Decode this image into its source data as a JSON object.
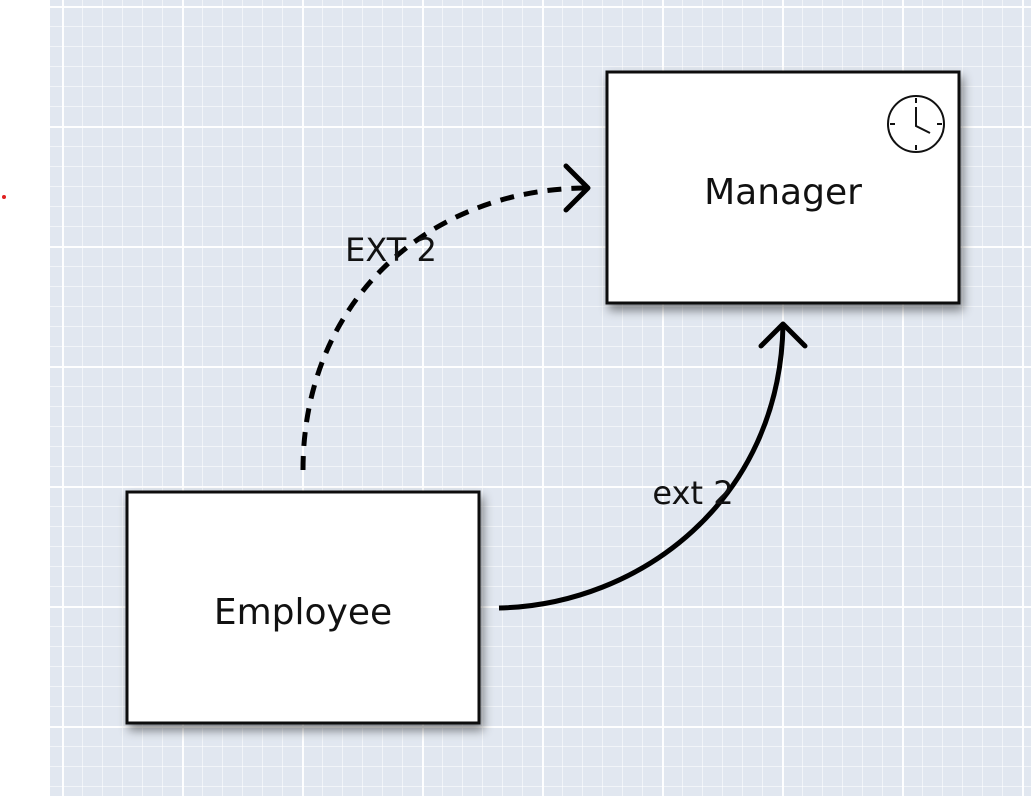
{
  "nodes": {
    "manager": {
      "label": "Manager",
      "icon": "clock-icon"
    },
    "employee": {
      "label": "Employee"
    }
  },
  "edges": {
    "dashed": {
      "label": "EXT 2",
      "style": "dashed"
    },
    "solid": {
      "label": "ext 2",
      "style": "solid"
    }
  },
  "colors": {
    "canvas": "#e1e7f0",
    "grid": "#ffffff",
    "node_fill": "#ffffff",
    "stroke": "#000000",
    "marker": "#e02020"
  }
}
